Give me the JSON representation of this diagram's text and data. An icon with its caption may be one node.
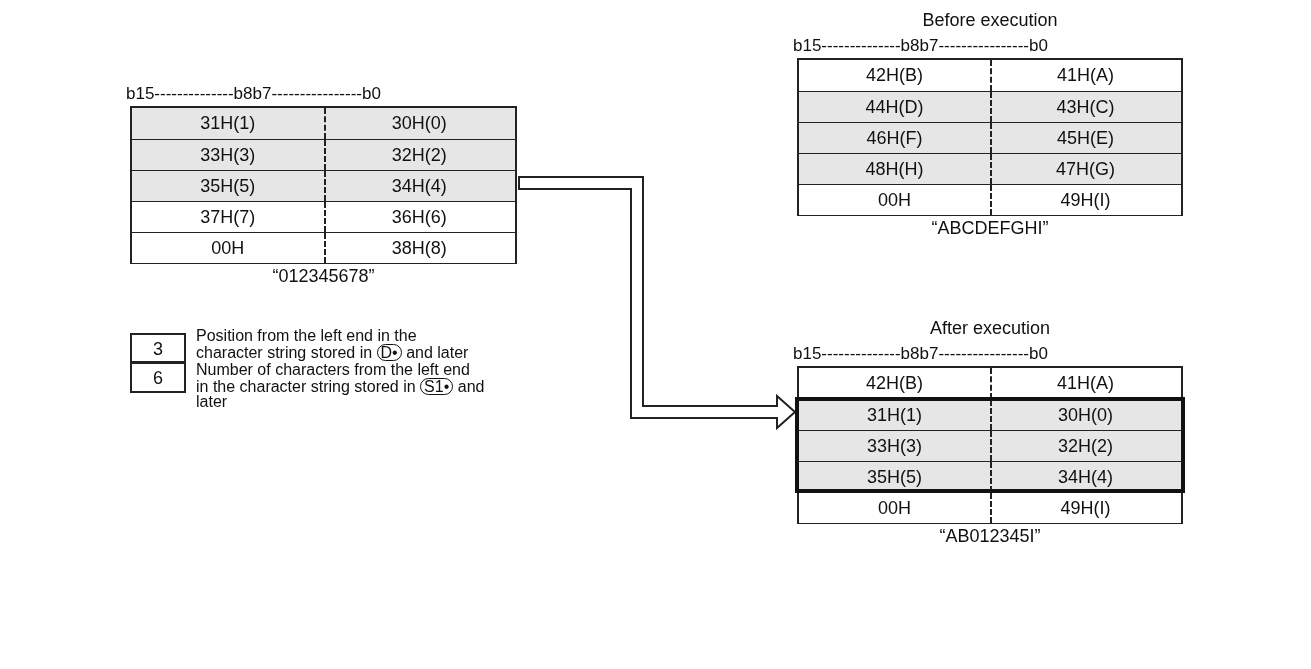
{
  "diagram": {
    "nodes": [
      {
        "text": [
          "b15--------------b8b7----------------b0",
          "31H(1)",
          "30H(0)",
          "33H(3)",
          "32H(2)",
          "35H(5)",
          "34H(4)",
          "37H(7)",
          "36H(6)",
          "00H",
          "38H(8)"
        ],
        "beside": [
          "“012345678”"
        ]
      },
      {
        "text": [
          "Before execution",
          "b15--------------b8b7----------------b0",
          "42H(B)",
          "41H(A)",
          "44H(D)",
          "43H(C)",
          "46H(F)",
          "45H(E)",
          "48H(H)",
          "47H(G)",
          "00H",
          "49H(I)"
        ],
        "beside": [
          "“ABCDEFGHI”"
        ]
      },
      {
        "text": [
          "After execution",
          "b15--------------b8b7----------------b0",
          "42H(B)",
          "41H(A)",
          "31H(1)",
          "30H(0)",
          "33H(3)",
          "32H(2)",
          "35H(5)",
          "34H(4)",
          "00H",
          "49H(I)"
        ],
        "beside": [
          "“AB012345I”"
        ]
      },
      {
        "text": [
          "3"
        ],
        "beside": [
          "Position from the left end in the character string stored in D• and later"
        ]
      },
      {
        "text": [
          "6"
        ],
        "beside": [
          "Number of characters from the left end in the character string stored in S1• and later"
        ]
      }
    ],
    "edges": [
      {
        "from": 0,
        "to": 2,
        "arrow": "to"
      }
    ]
  }
}
